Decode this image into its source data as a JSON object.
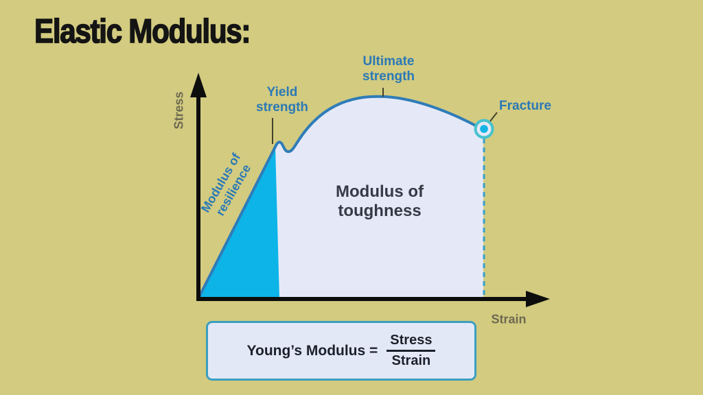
{
  "title": "Elastic Modulus:",
  "chart": {
    "type": "stress-strain curve diagram",
    "y_axis_label": "Stress",
    "x_axis_label": "Strain",
    "annotations": {
      "yield": "Yield strength",
      "ultimate": "Ultimate strength",
      "fracture": "Fracture",
      "resilience": "Modulus of resilience",
      "toughness": "Modulus of toughness"
    }
  },
  "formula": {
    "lhs": "Young’s Modulus =",
    "numerator": "Stress",
    "denominator": "Strain"
  },
  "colors": {
    "background": "#d2cb80",
    "label_blue": "#2b79b6",
    "curve_blue": "#2f7cb8",
    "resilience_fill": "#0db4e8",
    "toughness_fill": "#e5e9f7",
    "axis_black": "#0d0d0d",
    "axis_label_gray": "#6d6950",
    "fracture_ring_teal": "#47c2cc",
    "dashed_line": "#3a9fc8",
    "formula_box_fill": "#e3e8f6",
    "formula_box_border": "#3a9fc0",
    "title_black": "#141414",
    "toughness_text": "#343a46"
  }
}
